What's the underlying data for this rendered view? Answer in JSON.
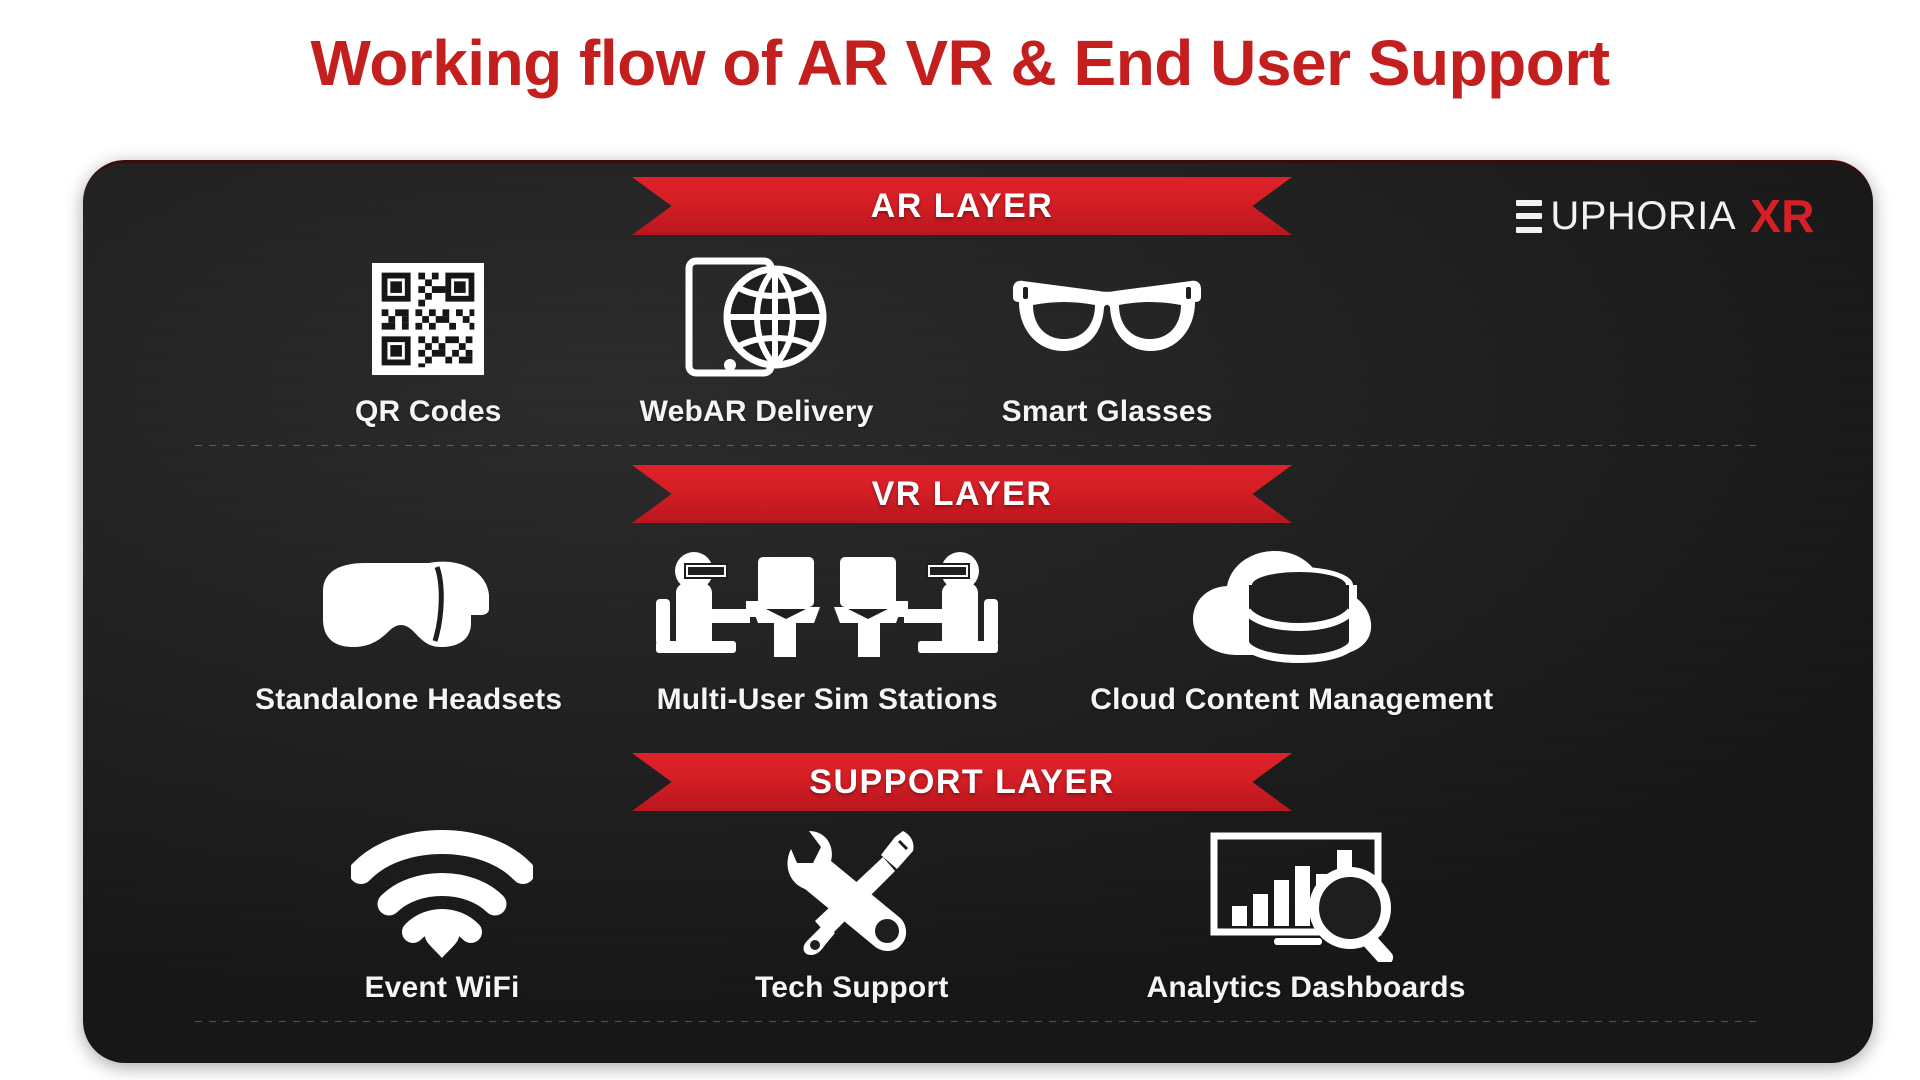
{
  "title": "Working flow of AR VR & End User Support",
  "colors": {
    "title_red": "#c41f1f",
    "ribbon_red": "#d41d24",
    "brand_red": "#d81f26",
    "board_dark": "#202020",
    "icon_white": "#ffffff"
  },
  "brand": {
    "word": "UPHORIA",
    "accent": "XR",
    "e_glyph": "xi-e-logo-mark"
  },
  "layers": [
    {
      "id": "ar",
      "banner": "AR LAYER",
      "items": [
        {
          "label": "QR Codes",
          "icon": "qr-code-icon"
        },
        {
          "label": "WebAR Delivery",
          "icon": "tablet-globe-icon"
        },
        {
          "label": "Smart Glasses",
          "icon": "eyeglasses-icon"
        }
      ]
    },
    {
      "id": "vr",
      "banner": "VR LAYER",
      "items": [
        {
          "label": "Standalone Headsets",
          "icon": "vr-headset-icon"
        },
        {
          "label": "Multi-User Sim Stations",
          "icon": "two-users-workstations-icon"
        },
        {
          "label": "Cloud Content Management",
          "icon": "cloud-database-icon"
        }
      ]
    },
    {
      "id": "support",
      "banner": "SUPPORT LAYER",
      "items": [
        {
          "label": "Event WiFi",
          "icon": "wifi-icon"
        },
        {
          "label": "Tech Support",
          "icon": "wrench-screwdriver-icon"
        },
        {
          "label": "Analytics Dashboards",
          "icon": "monitor-barchart-magnifier-icon"
        }
      ]
    }
  ]
}
